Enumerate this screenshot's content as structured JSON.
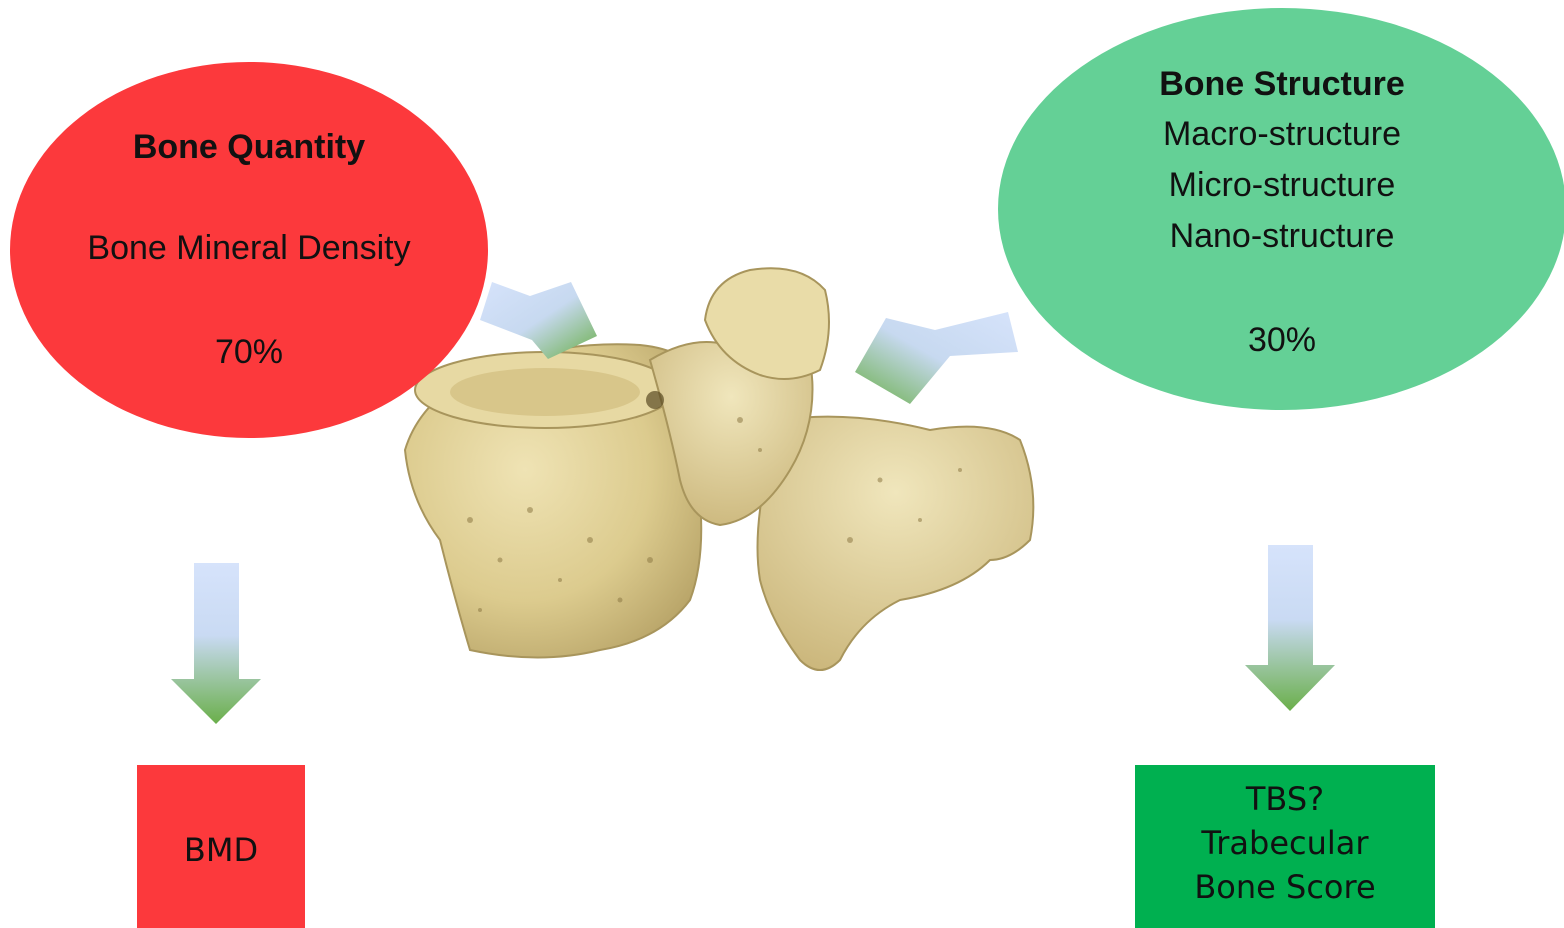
{
  "quantity": {
    "title": "Bone Quantity",
    "label": "Bone Mineral Density",
    "percent": "70%",
    "color": "#fc393c"
  },
  "structure": {
    "title": "Bone Structure",
    "lines": [
      "Macro-structure",
      "Micro-structure",
      "Nano-structure"
    ],
    "percent": "30%",
    "color": "#64d096"
  },
  "boxes": {
    "bmd": {
      "label": "BMD",
      "color": "#fc393c"
    },
    "tbs": {
      "lines": [
        "TBS?",
        "Trabecular",
        "Bone Score"
      ],
      "color": "#00b050"
    }
  },
  "arrows": {
    "gradient_top": "#cfe0fb",
    "gradient_bottom": "#6aaf4a"
  },
  "image": {
    "subject": "vertebra-bone"
  }
}
